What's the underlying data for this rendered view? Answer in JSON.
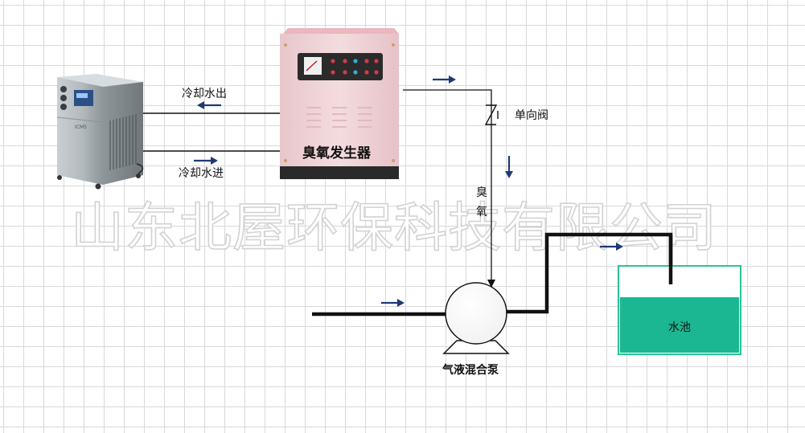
{
  "labels": {
    "coolant_out": "冷却水出",
    "coolant_in": "冷却水进",
    "generator": "臭氧发生器",
    "check_valve": "单向阀",
    "ozone_char1": "臭",
    "ozone_char2": "氧",
    "pump": "气液混合泵",
    "pool": "水池",
    "watermark": "山东北屋环保科技有限公司",
    "chiller_badge": "ICM5"
  },
  "colors": {
    "arrow": "#1f3a73",
    "pool_water": "#1ab792",
    "pool_border": "#2cc38f",
    "generator_body": "#efd4d8",
    "generator_top": "#e9b7bd",
    "generator_base": "#2a2a2a",
    "chiller_body": "#b5bcc0",
    "pipe": "#111111"
  },
  "icons": [
    "flow-arrow-icon",
    "check-valve-icon",
    "pump-icon",
    "chiller-unit-icon",
    "ozone-generator-icon",
    "water-pool-icon"
  ]
}
